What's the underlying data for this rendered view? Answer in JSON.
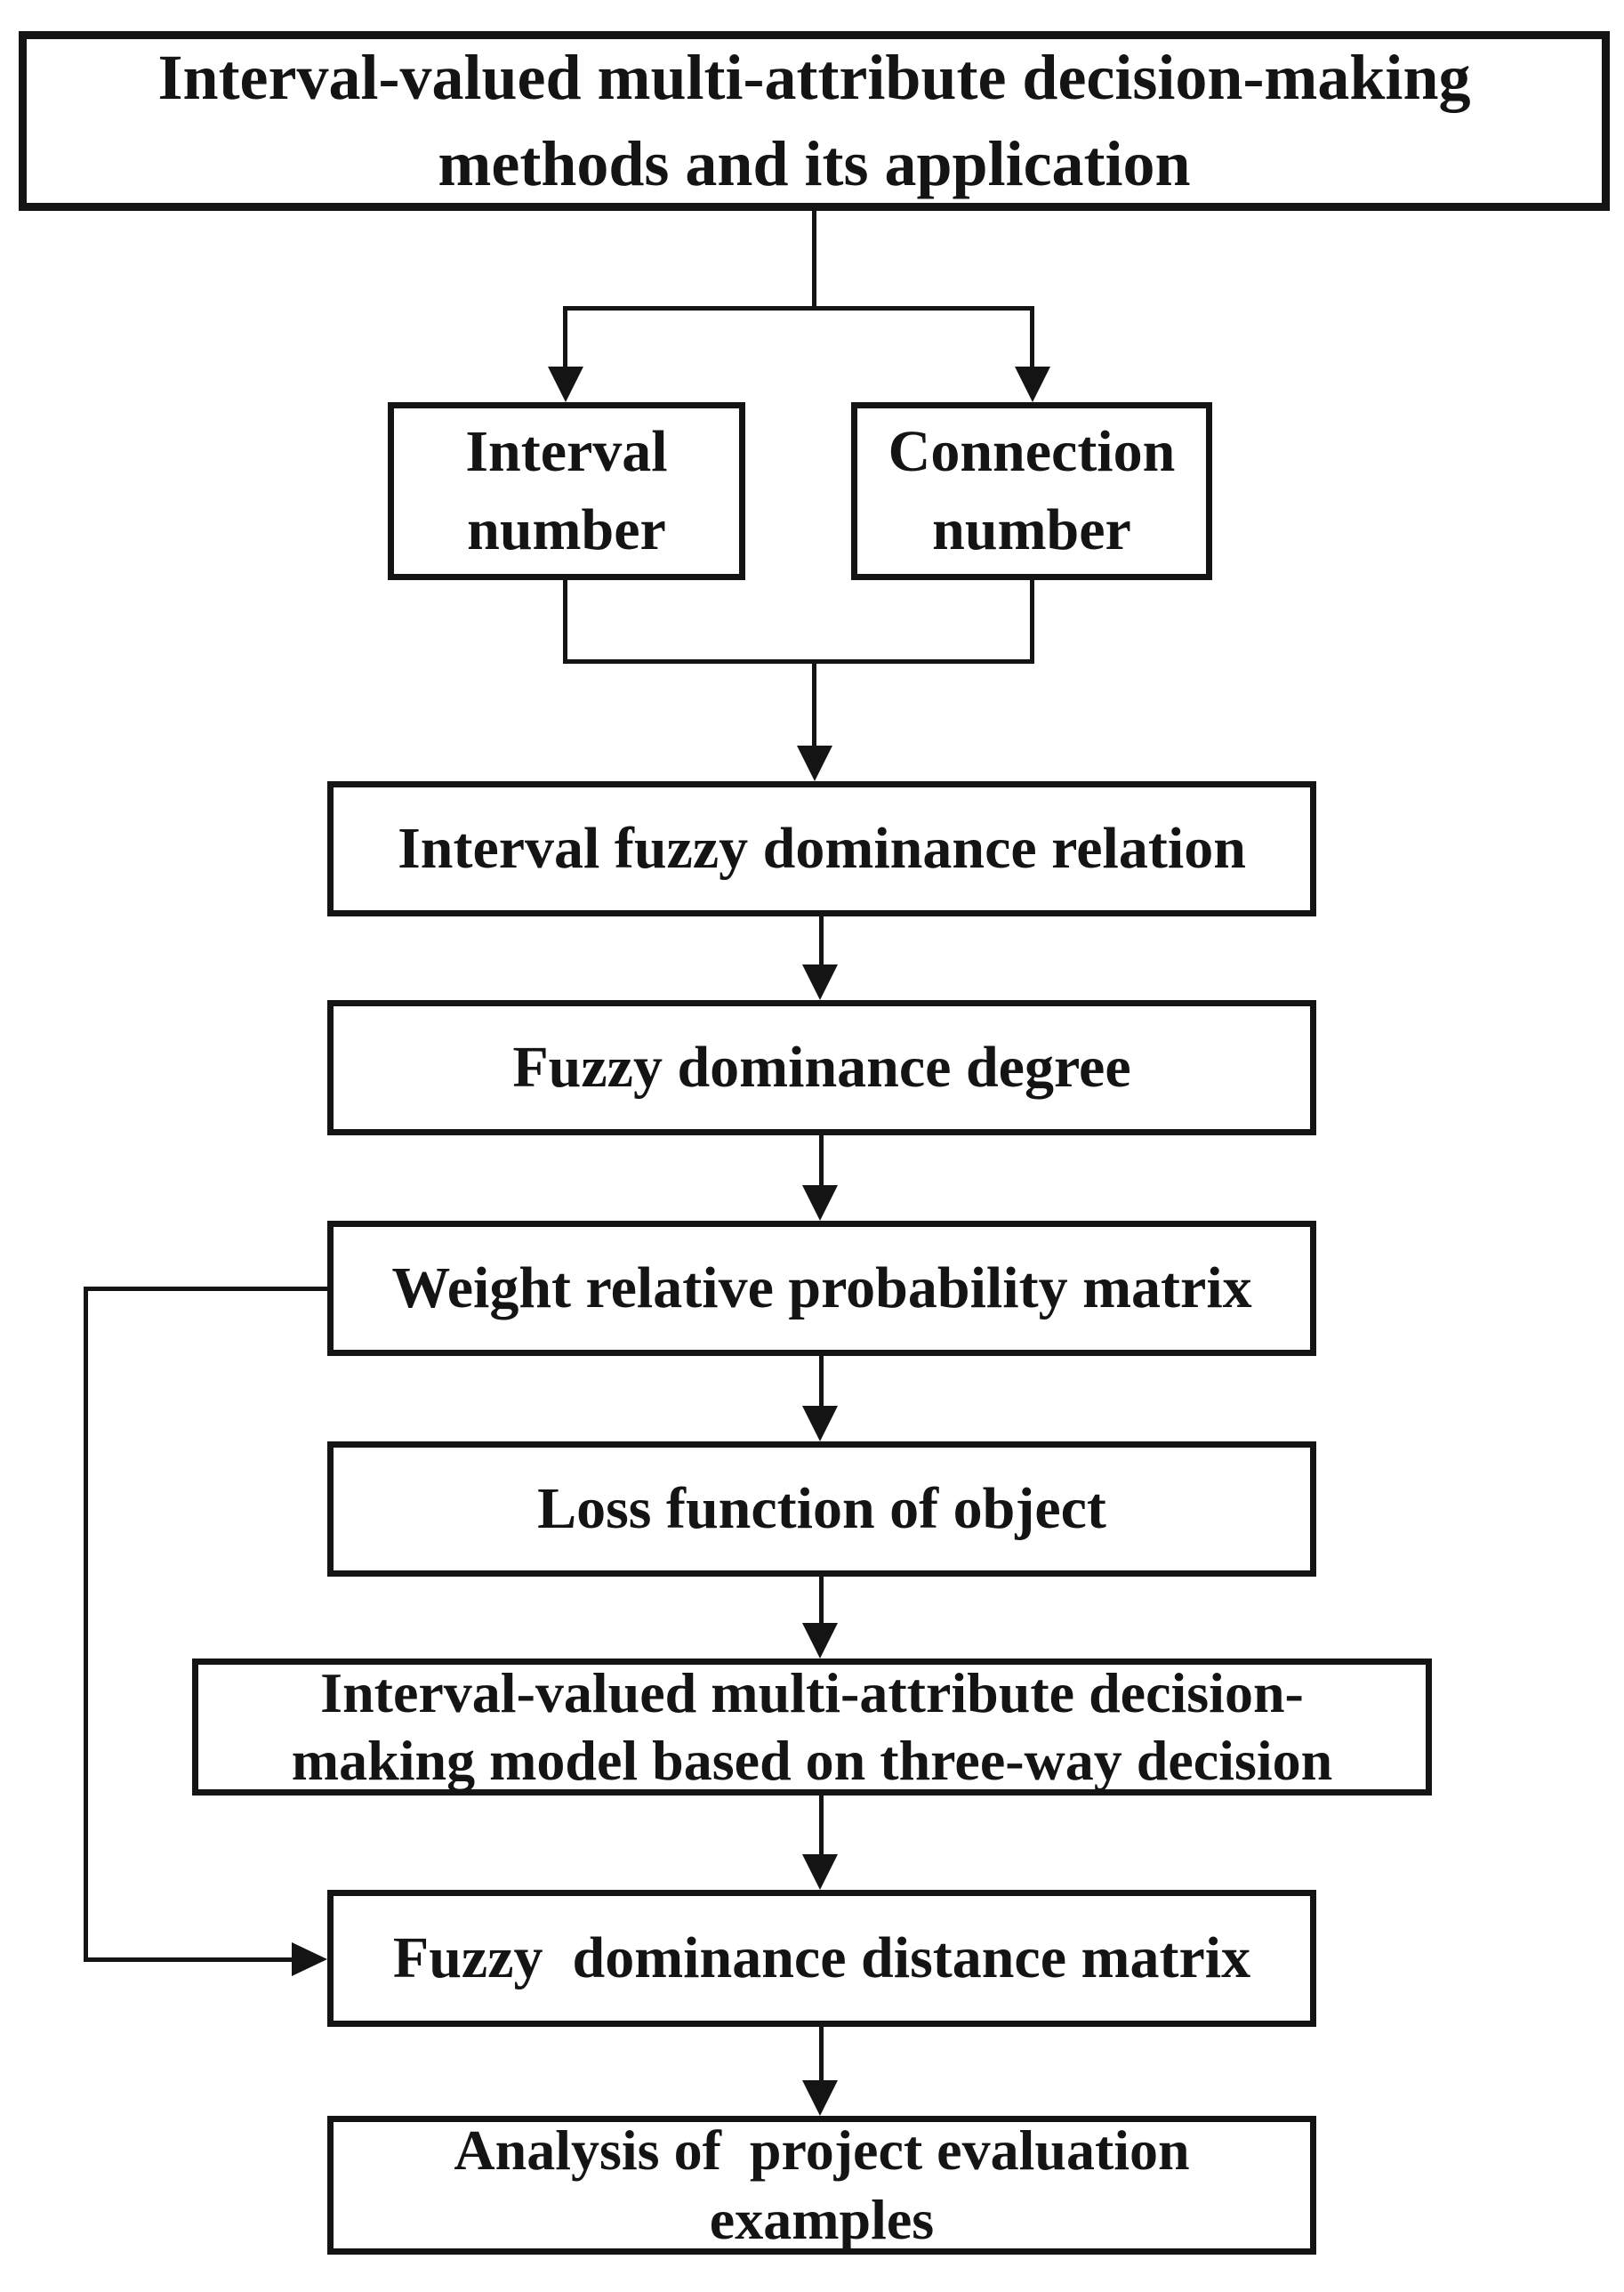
{
  "colors": {
    "line": "#141414",
    "background": "#ffffff",
    "text": "#141414"
  },
  "flowchart": {
    "nodes": {
      "title": {
        "label": "Interval-valued multi-attribute decision-making\nmethods and its application"
      },
      "interval_number": {
        "label": "Interval\nnumber"
      },
      "connection_number": {
        "label": "Connection\nnumber"
      },
      "interval_fuzzy_dominance_relation": {
        "label": "Interval fuzzy dominance relation"
      },
      "fuzzy_dominance_degree": {
        "label": "Fuzzy dominance degree"
      },
      "weight_relative_probability_matrix": {
        "label": "Weight relative probability matrix"
      },
      "loss_function_of_object": {
        "label": "Loss function of object"
      },
      "three_way_decision_model": {
        "label": "Interval-valued multi-attribute decision-\nmaking model based on three-way decision"
      },
      "fuzzy_dominance_distance_matrix": {
        "label": "Fuzzy  dominance distance matrix"
      },
      "analysis_of_project_evaluation": {
        "label": "Analysis of  project evaluation\nexamples"
      }
    }
  }
}
